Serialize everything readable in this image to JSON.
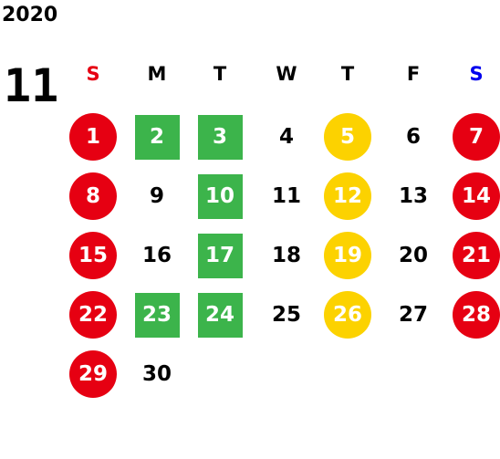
{
  "calendar": {
    "year": "2020",
    "month": "11",
    "weekdays": [
      {
        "label": "S",
        "kind": "sunday"
      },
      {
        "label": "M",
        "kind": "weekday"
      },
      {
        "label": "T",
        "kind": "weekday"
      },
      {
        "label": "W",
        "kind": "weekday"
      },
      {
        "label": "T",
        "kind": "weekday"
      },
      {
        "label": "F",
        "kind": "weekday"
      },
      {
        "label": "S",
        "kind": "saturday"
      }
    ],
    "weeks": [
      [
        {
          "day": "1",
          "mark": "red"
        },
        {
          "day": "2",
          "mark": "green"
        },
        {
          "day": "3",
          "mark": "green"
        },
        {
          "day": "4",
          "mark": "none"
        },
        {
          "day": "5",
          "mark": "yellow"
        },
        {
          "day": "6",
          "mark": "none"
        },
        {
          "day": "7",
          "mark": "red"
        }
      ],
      [
        {
          "day": "8",
          "mark": "red"
        },
        {
          "day": "9",
          "mark": "none"
        },
        {
          "day": "10",
          "mark": "green"
        },
        {
          "day": "11",
          "mark": "none"
        },
        {
          "day": "12",
          "mark": "yellow"
        },
        {
          "day": "13",
          "mark": "none"
        },
        {
          "day": "14",
          "mark": "red"
        }
      ],
      [
        {
          "day": "15",
          "mark": "red"
        },
        {
          "day": "16",
          "mark": "none"
        },
        {
          "day": "17",
          "mark": "green"
        },
        {
          "day": "18",
          "mark": "none"
        },
        {
          "day": "19",
          "mark": "yellow"
        },
        {
          "day": "20",
          "mark": "none"
        },
        {
          "day": "21",
          "mark": "red"
        }
      ],
      [
        {
          "day": "22",
          "mark": "red"
        },
        {
          "day": "23",
          "mark": "green"
        },
        {
          "day": "24",
          "mark": "green"
        },
        {
          "day": "25",
          "mark": "none"
        },
        {
          "day": "26",
          "mark": "yellow"
        },
        {
          "day": "27",
          "mark": "none"
        },
        {
          "day": "28",
          "mark": "red"
        }
      ],
      [
        {
          "day": "29",
          "mark": "red"
        },
        {
          "day": "30",
          "mark": "none"
        }
      ]
    ]
  },
  "colors": {
    "red": "#e60012",
    "green": "#3cb44b",
    "yellow": "#fcd200",
    "sunday_label": "#e60012",
    "saturday_label": "#0000ee",
    "text": "#000000",
    "on_mark": "#ffffff"
  }
}
